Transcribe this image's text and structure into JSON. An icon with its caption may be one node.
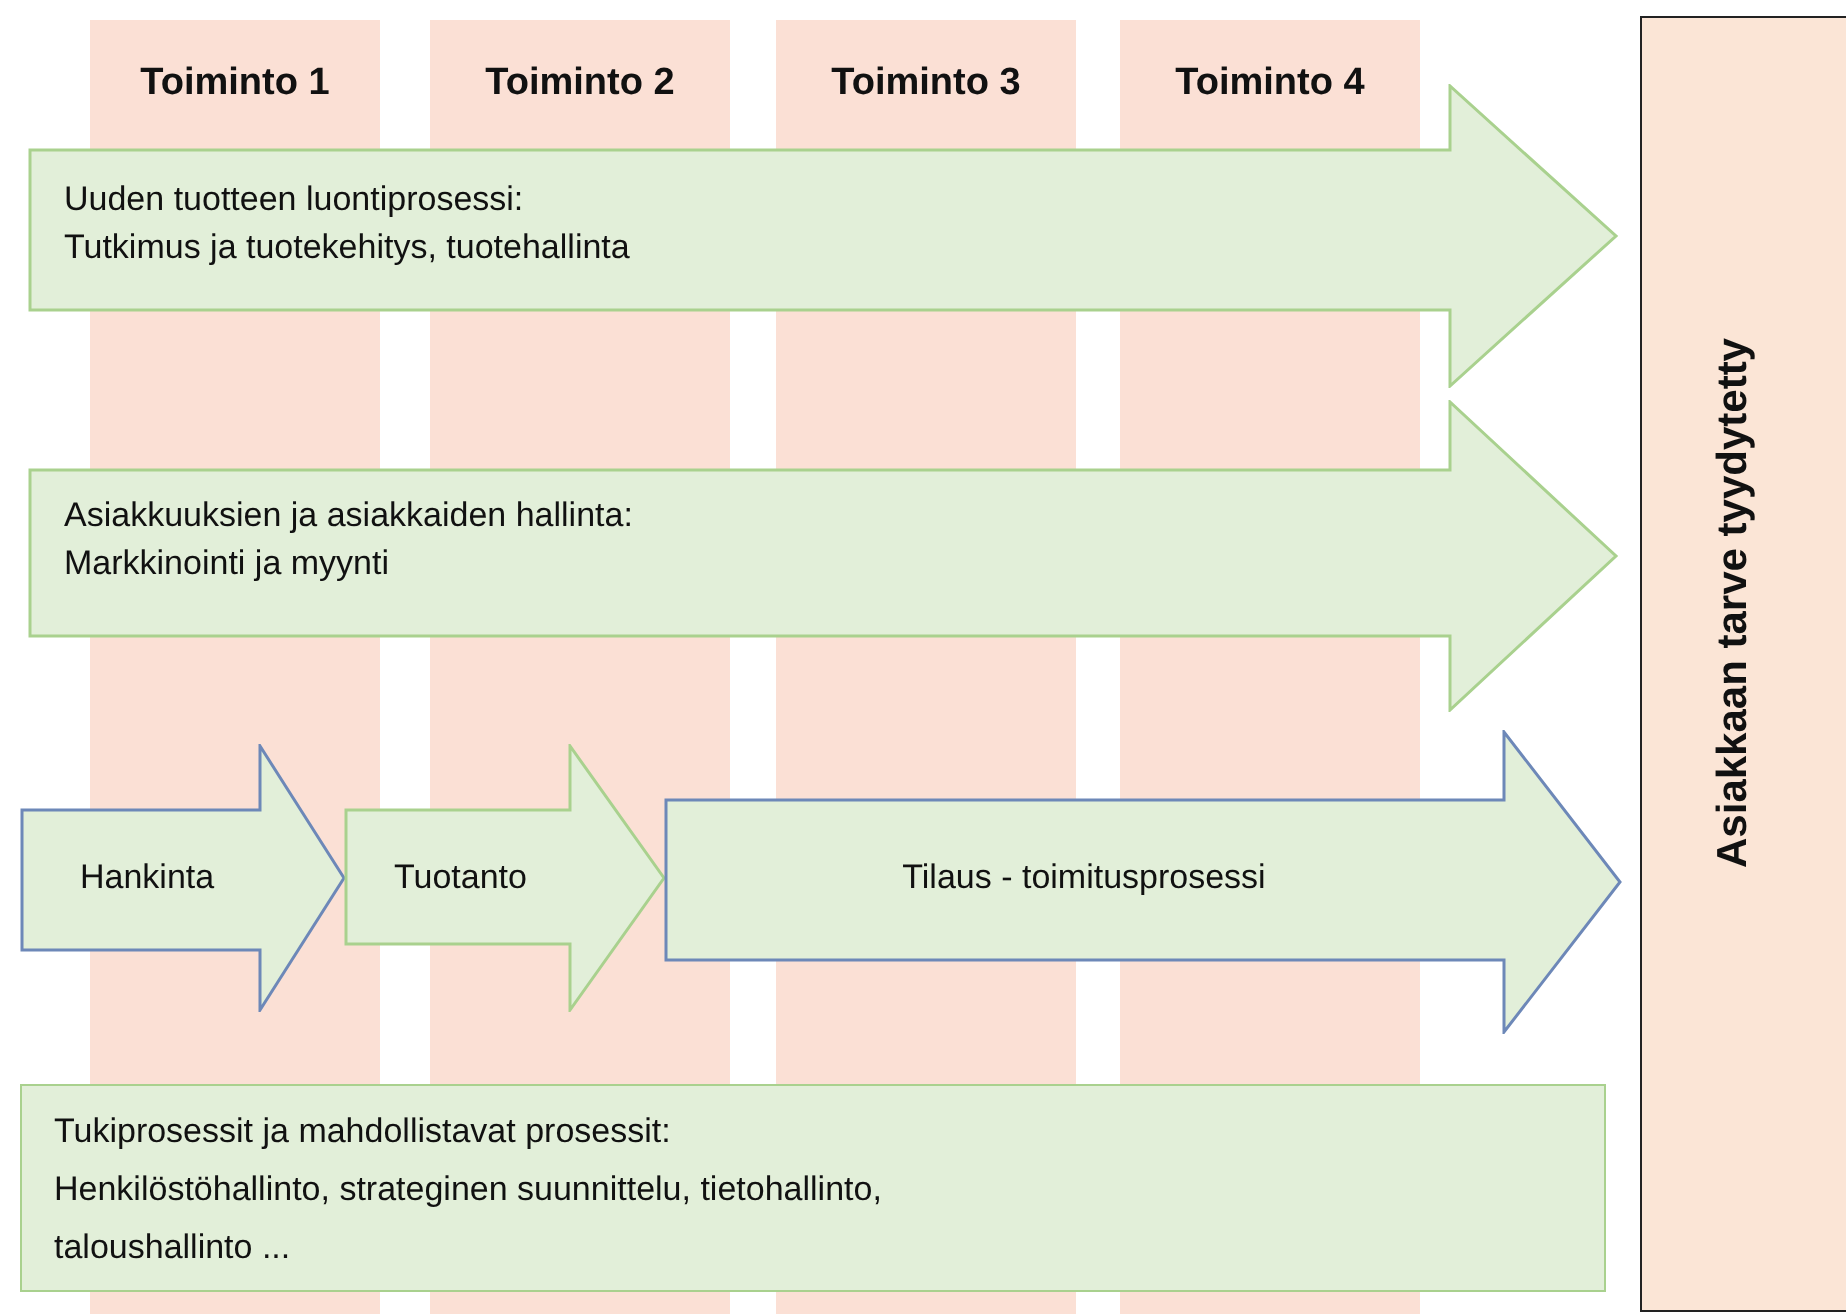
{
  "diagram": {
    "nodes": [
      {
        "text": [
          "Toiminto 1"
        ]
      },
      {
        "text": [
          "Toiminto 2"
        ]
      },
      {
        "text": [
          "Toiminto 3"
        ]
      },
      {
        "text": [
          "Toiminto 4"
        ]
      },
      {
        "text": [
          "Uuden tuotteen luontiprosessi: Tutkimus ja tuotekehitys, tuotehallinta"
        ]
      },
      {
        "text": [
          "Asiakkuuksien ja asiakkaiden hallinta: Markkinointi ja myynti"
        ]
      },
      {
        "text": [
          "Hankinta"
        ]
      },
      {
        "text": [
          "Tuotanto"
        ]
      },
      {
        "text": [
          "Tilaus - toimitusprosessi"
        ]
      },
      {
        "text": [
          "Tukiprosessit ja mahdollistavat prosessit: Henkilöstöhallinto, strateginen suunnittelu, tietohallinto, taloushallinto ..."
        ]
      },
      {
        "text": [
          "Asiakkaan tarve tyydytetty"
        ]
      }
    ],
    "edges": []
  }
}
